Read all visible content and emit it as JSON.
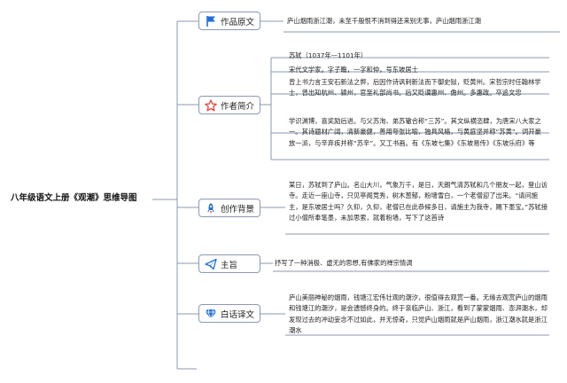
{
  "root": {
    "title": "八年级语文上册《观潮》思维导图"
  },
  "branches": [
    {
      "label": "作品原文",
      "icon": "flag-icon",
      "items": [
        "庐山烟雨浙江潮，未至千般恨不消到得还来别无事，庐山烟雨浙江潮"
      ]
    },
    {
      "label": "作者简介",
      "icon": "star-icon",
      "items": [
        "苏轼（1037年—1101年）",
        "宋代文学家。字子瞻，一字和仲，号东坡居士",
        "曾上书力言王安石新法之弊，后因作诗讽刺新法而下御史狱，贬黄州。宋哲宗时任翰林学士，曾出知杭州、颍州，官至礼部尚书。后又贬谪惠州、儋州。多惠政。卒追文忠",
        "学识渊博，喜奖励后进。与父苏洵、弟苏辙合称“三苏”。其文纵横恣肆，为唐宋八大家之一。其诗题材广阔，清新豪健，善用夸张比喻，独具风格，与黄庭坚并称“苏黄”。词开豪放一派，与辛弃疾并称“苏辛”。又工书画。有《东坡七集》《东坡易传》《东坡乐府》等"
      ]
    },
    {
      "label": "创作背景",
      "icon": "rocket-icon",
      "items": [
        "某日，苏轼到了庐山。名山大川，气象万千，是日，天朗气清苏轼和几个朋友一起，登山访寺。走近一座山寺，只见亭阁竞秀，树木葱郁，粉墙雪白，一个老僧迎了出来。“请问施主，是东坡居士吗？久仰，久仰，老僧已在此恭候多日，请施主为我寺，赐下墨宝。”苏轼接过小僧所奉笔墨，未加思索，就着粉墙，写下了这首诗"
      ]
    },
    {
      "label": "主旨",
      "icon": "paper-plane-icon",
      "items": [
        "抒写了一种消极、虚无的思想,有佛家的禅宗情调"
      ]
    },
    {
      "label": "白话译文",
      "icon": "diamond-icon",
      "items": [
        "庐山美丽神秘的烟雨，钱塘江宏伟壮观的潮汐，很值得去观赏一番。无缘去观赏庐山的烟雨和钱塘江的潮汐，是会遗憾终身的。终于亲临庐山、浙江，看到了蒙蒙烟雨、澎湃潮水，却发现过去的冲动妄念不过如此，并无惊奇，只觉庐山烟雨就是庐山烟雨，浙江潮水就是浙江潮水"
      ]
    }
  ],
  "colors": {
    "line": "#8a9ab2",
    "accent": "#1e6fd9",
    "star": "#e8443a"
  }
}
